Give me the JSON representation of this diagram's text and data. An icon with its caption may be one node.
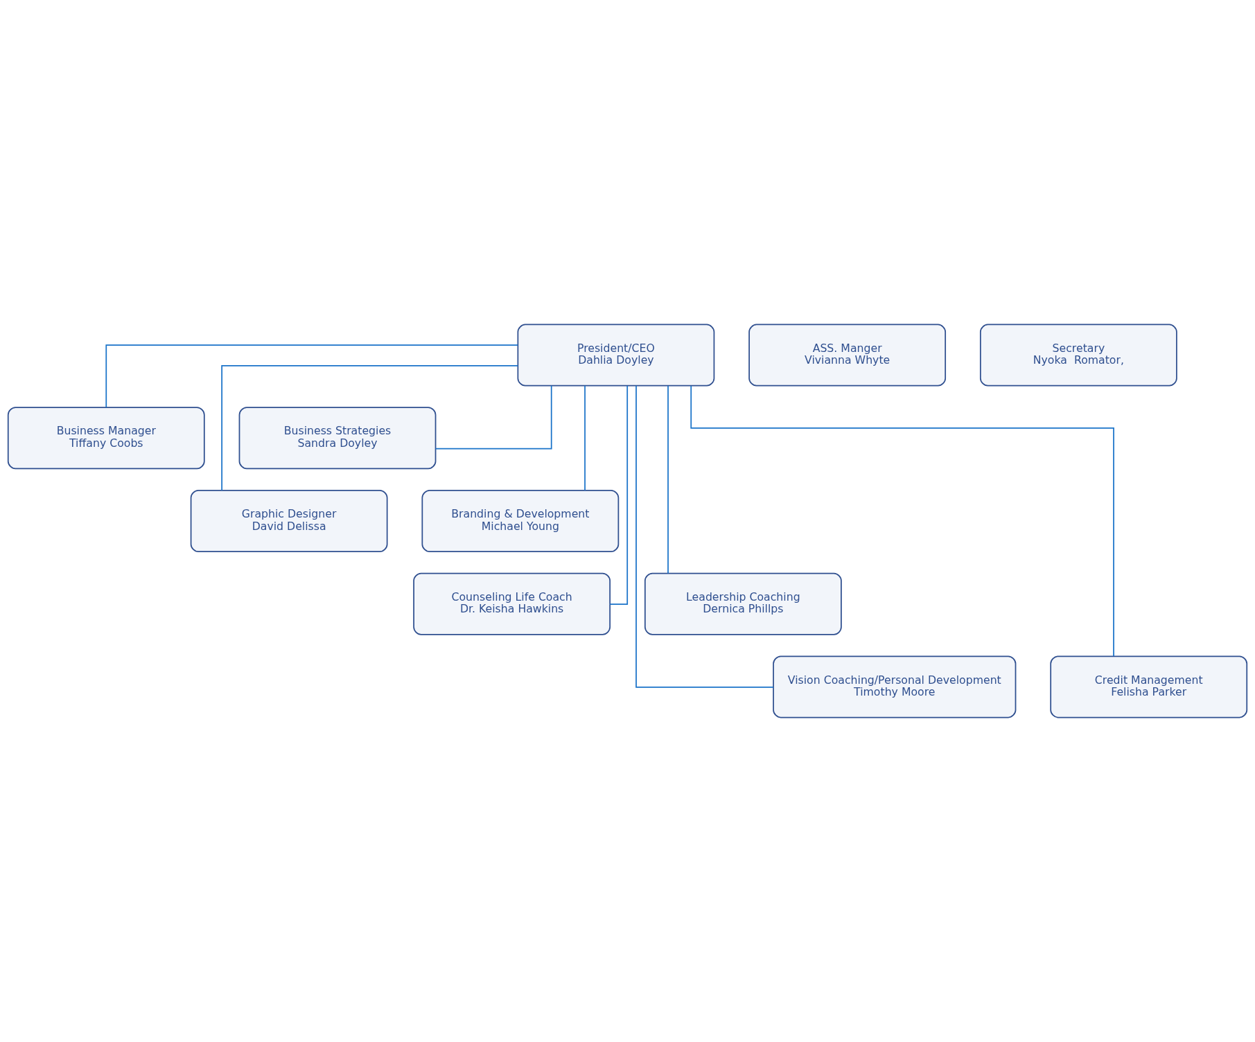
{
  "diagram": {
    "nodes": [
      {
        "text": [
          "President/CEO",
          "Dahlia Doyley"
        ]
      },
      {
        "text": [
          "ASS. Manger",
          "Vivianna Whyte"
        ]
      },
      {
        "text": [
          "Business Manager",
          "Tiffany Coobs"
        ]
      },
      {
        "text": [
          "Business Strategies",
          "Sandra Doyley"
        ]
      },
      {
        "text": [
          "Graphic Designer",
          "David Delissa"
        ]
      },
      {
        "text": [
          "Branding & Development",
          "Michael Young"
        ]
      },
      {
        "text": [
          "Counseling Life Coach",
          "Dr. Keisha Hawkins"
        ]
      },
      {
        "text": [
          "Leadership Coaching",
          "Dernica Phillps"
        ]
      },
      {
        "text": [
          "Vision Coaching/Personal Development",
          "Timothy Moore"
        ]
      },
      {
        "text": [
          "Credit Management",
          "Felisha Parker"
        ]
      },
      {
        "text": [
          "Secretary",
          "Nyoka  Romator,"
        ]
      }
    ],
    "edges": [
      {
        "from": 0,
        "to": 2,
        "arrow": "none"
      },
      {
        "from": 0,
        "to": 3,
        "arrow": "none"
      },
      {
        "from": 0,
        "to": 4,
        "arrow": "none"
      },
      {
        "from": 0,
        "to": 5,
        "arrow": "none"
      },
      {
        "from": 0,
        "to": 6,
        "arrow": "none"
      },
      {
        "from": 0,
        "to": 7,
        "arrow": "none"
      },
      {
        "from": 0,
        "to": 8,
        "arrow": "none"
      },
      {
        "from": 0,
        "to": 9,
        "arrow": "none"
      }
    ]
  }
}
